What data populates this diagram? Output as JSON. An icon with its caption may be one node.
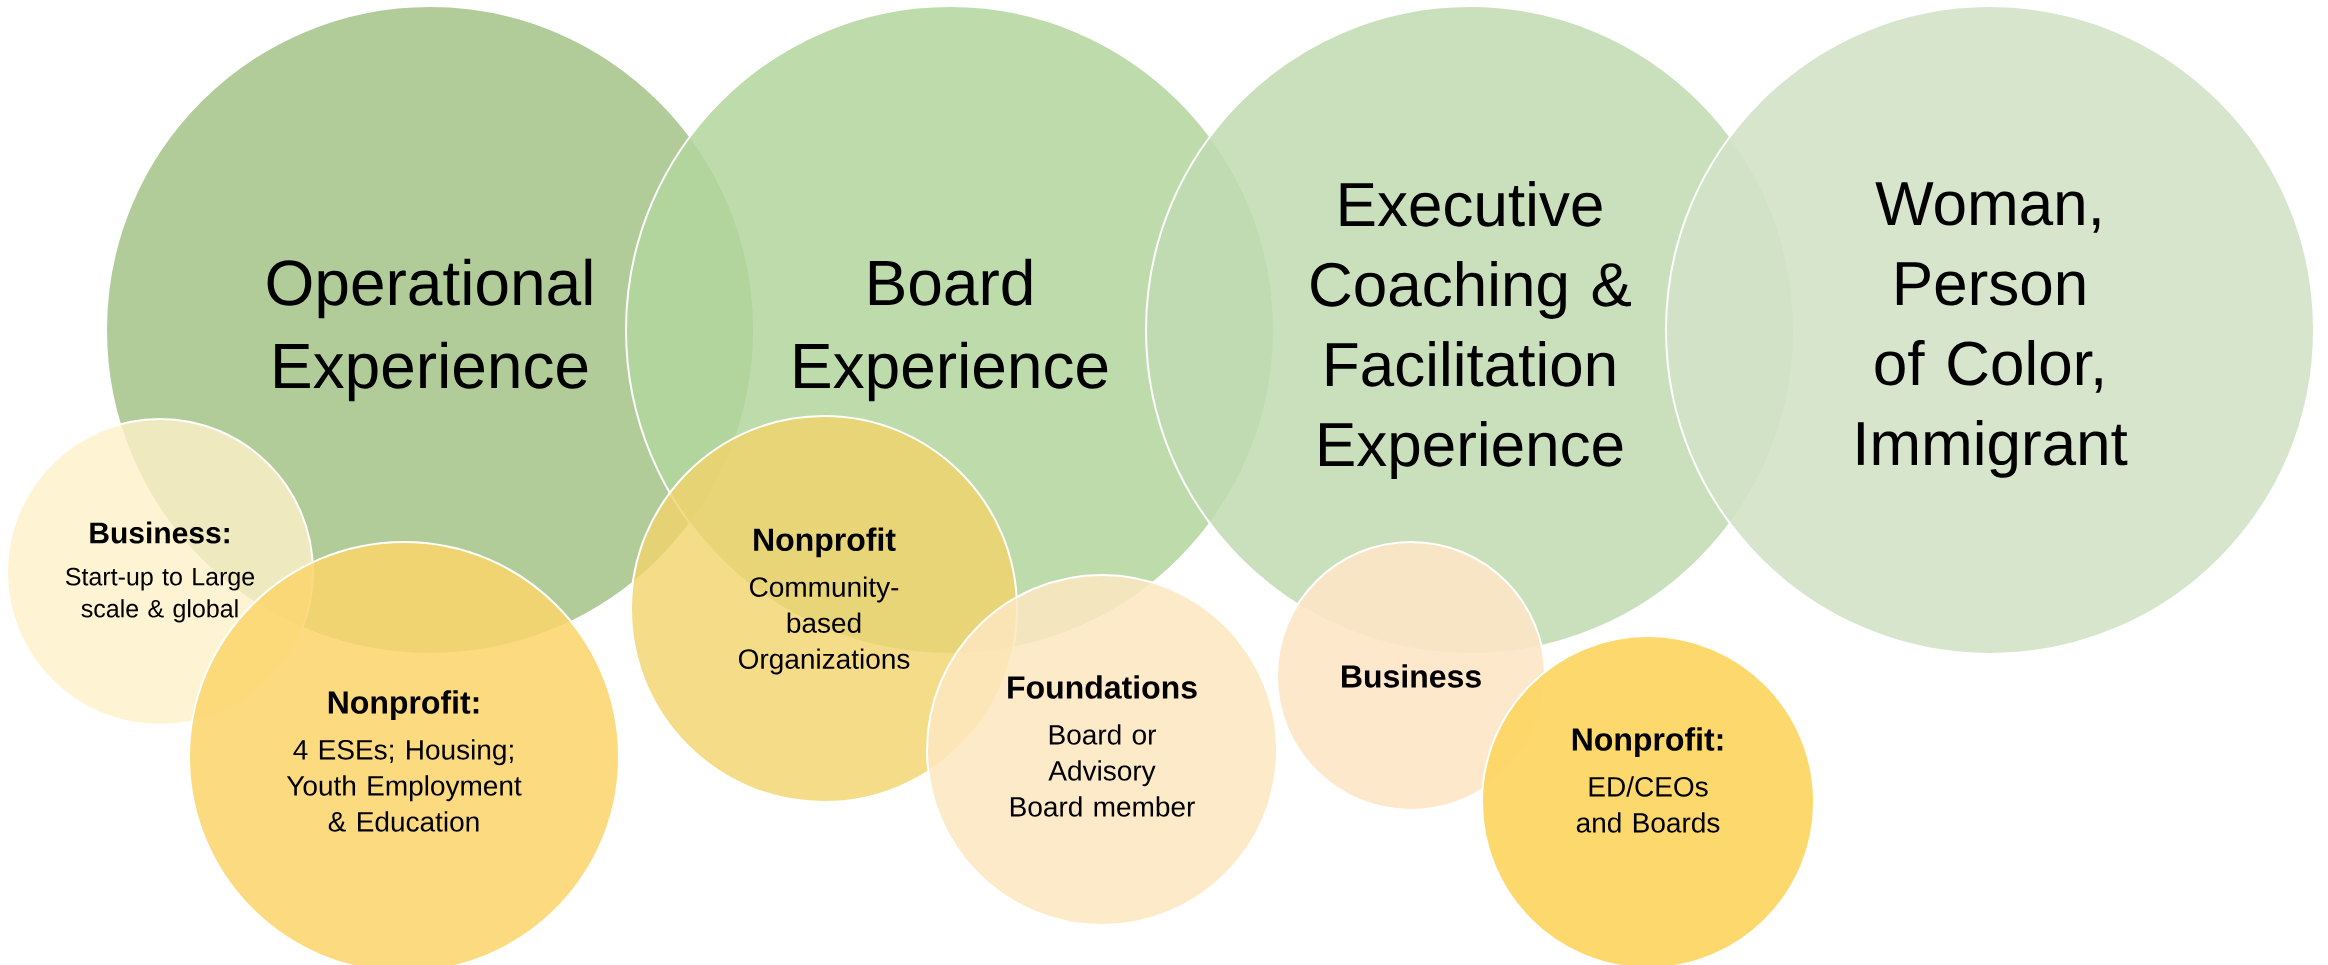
{
  "diagram": {
    "nodes": [
      {
        "text": [
          "Operational Experience"
        ]
      },
      {
        "text": [
          "Board Experience"
        ]
      },
      {
        "text": [
          "Executive Coaching & Facilitation Experience"
        ]
      },
      {
        "text": [
          "Woman, Person of Color, Immigrant"
        ]
      },
      {
        "text": [
          "Business:",
          "Start-up to Large scale & global"
        ]
      },
      {
        "text": [
          "Nonprofit:",
          "4 ESEs; Housing; Youth Employment & Education"
        ]
      },
      {
        "text": [
          "Nonprofit",
          "Community-based Organizations"
        ]
      },
      {
        "text": [
          "Foundations",
          "Board or Advisory Board member"
        ]
      },
      {
        "text": [
          "Business"
        ]
      },
      {
        "text": [
          "Nonprofit:",
          "ED/CEOs and Boards"
        ]
      }
    ]
  }
}
